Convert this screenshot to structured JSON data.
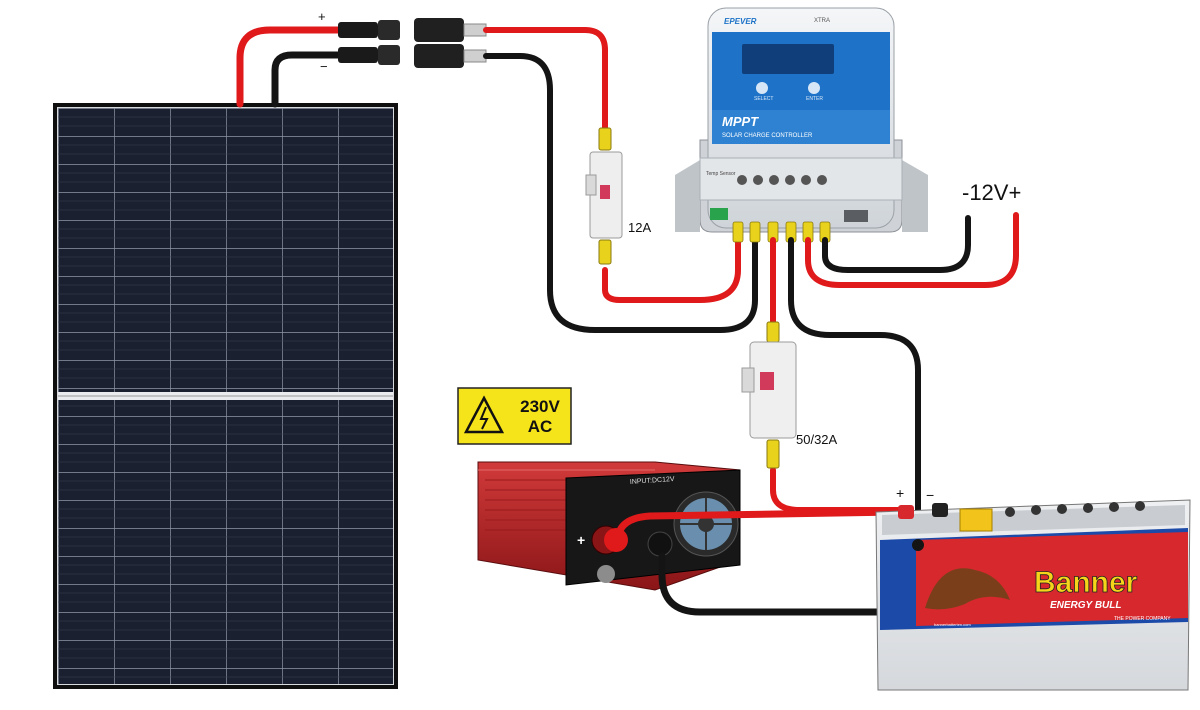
{
  "components": {
    "solar_panel": {
      "name": "solar-panel"
    },
    "controller": {
      "brand": "EPEVER",
      "model": "XTRA",
      "badge": "MPPT",
      "subtitle": "SOLAR CHARGE CONTROLLER",
      "btn_select": "SELECT",
      "btn_enter": "ENTER",
      "temp_sensor": "Temp Sensor"
    },
    "fuse_pv": {
      "rating": "12A"
    },
    "fuse_battery": {
      "rating": "50/32A"
    },
    "inverter": {
      "input_label": "INPUT:DC12V",
      "plus": "+"
    },
    "battery": {
      "brand": "Banner",
      "series": "ENERGY BULL",
      "tagline": "THE POWER COMPANY",
      "website": "bannerbatterien.com"
    },
    "warning": {
      "voltage": "230V",
      "type": "AC"
    },
    "load_output": {
      "label": "-12V+"
    },
    "mc4": {
      "plus": "+",
      "minus": "−"
    },
    "battery_terminals": {
      "plus": "+",
      "minus": "−"
    }
  },
  "colors": {
    "positive_wire": "#e0191b",
    "negative_wire": "#141414",
    "panel_cell": "#1d2230",
    "controller_blue": "#1e73c8",
    "inverter_red": "#b01c1e",
    "battery_blue": "#1c4aa8",
    "battery_red": "#d7282e",
    "warning_yellow": "#f6e41a",
    "fuse_cap": "#e8d21b"
  }
}
